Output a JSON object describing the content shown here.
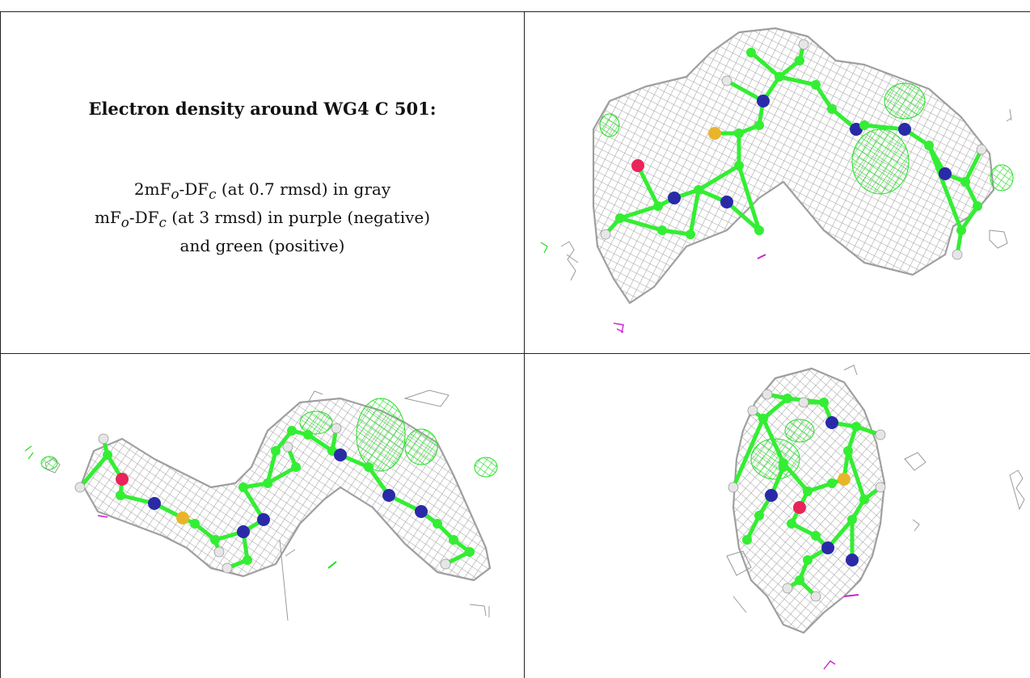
{
  "caption": {
    "title": "Electron density around WG4 C 501:",
    "line1_prefix": "2mF",
    "line1_sub1": "o",
    "line1_mid": "-DF",
    "line1_sub2": "c",
    "line1_suffix": " (at 0.7 rmsd) in gray",
    "line2_prefix": "mF",
    "line2_sub1": "o",
    "line2_mid": "-DF",
    "line2_sub2": "c",
    "line2_suffix": " (at 3 rmsd) in purple (negative)",
    "line3": "and green (positive)"
  },
  "colors": {
    "mesh_gray": "#9a9a9a",
    "carbon_green": "#33ee33",
    "nitrogen_blue": "#2a2aa8",
    "oxygen_red": "#e8245a",
    "sulfur_yellow": "#e8b52a",
    "hydrogen_white": "#e6e6e6",
    "negative_purple": "#cc22cc",
    "positive_green": "#22dd22"
  },
  "panels": [
    {
      "name": "view-top-right"
    },
    {
      "name": "view-bottom-left"
    },
    {
      "name": "view-bottom-right"
    }
  ]
}
